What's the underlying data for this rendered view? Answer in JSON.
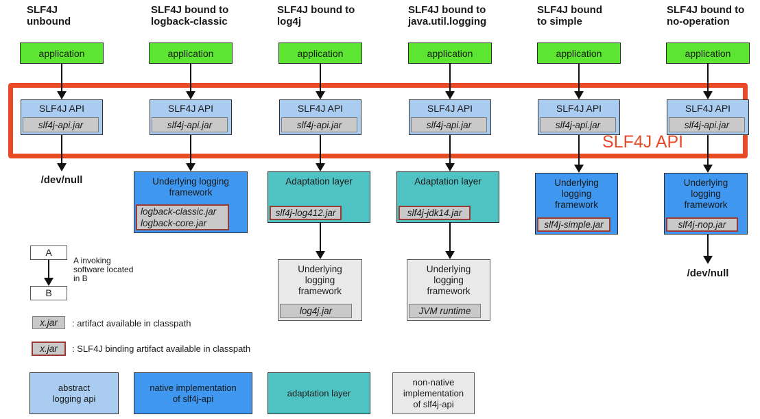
{
  "diagram": {
    "api_region_label": "SLF4J API",
    "columns": [
      {
        "title": [
          "SLF4J",
          "unbound"
        ],
        "app_label": "application",
        "api": {
          "label": "SLF4J API",
          "jar": "slf4j-api.jar"
        },
        "below": [
          {
            "kind": "devnull",
            "label": "/dev/null"
          }
        ]
      },
      {
        "title": [
          "SLF4J bound to",
          "logback-classic"
        ],
        "app_label": "application",
        "api": {
          "label": "SLF4J API",
          "jar": "slf4j-api.jar"
        },
        "below": [
          {
            "kind": "box",
            "style": "native",
            "label": "Underlying logging framework",
            "jars": [
              "logback-classic.jar",
              "logback-core.jar"
            ],
            "binding": true
          }
        ]
      },
      {
        "title": [
          "SLF4J bound to",
          "log4j"
        ],
        "app_label": "application",
        "api": {
          "label": "SLF4J API",
          "jar": "slf4j-api.jar"
        },
        "below": [
          {
            "kind": "box",
            "style": "adaptation",
            "label": "Adaptation layer",
            "jars": [
              "slf4j-log412.jar"
            ],
            "binding": true
          },
          {
            "kind": "box",
            "style": "nonnative",
            "label": "Underlying logging framework",
            "jars": [
              "log4j.jar"
            ],
            "binding": false
          }
        ]
      },
      {
        "title": [
          "SLF4J bound to",
          "java.util.logging"
        ],
        "app_label": "application",
        "api": {
          "label": "SLF4J API",
          "jar": "slf4j-api.jar"
        },
        "below": [
          {
            "kind": "box",
            "style": "adaptation",
            "label": "Adaptation layer",
            "jars": [
              "slf4j-jdk14.jar"
            ],
            "binding": true
          },
          {
            "kind": "box",
            "style": "nonnative",
            "label": "Underlying logging framework",
            "jars": [
              "JVM runtime"
            ],
            "binding": false
          }
        ]
      },
      {
        "title": [
          "SLF4J bound",
          "to simple"
        ],
        "app_label": "application",
        "api": {
          "label": "SLF4J API",
          "jar": "slf4j-api.jar"
        },
        "below": [
          {
            "kind": "box",
            "style": "native",
            "label": "Underlying logging framework",
            "jars": [
              "slf4j-simple.jar"
            ],
            "binding": true
          }
        ]
      },
      {
        "title": [
          "SLF4J bound to",
          "no-operation"
        ],
        "app_label": "application",
        "api": {
          "label": "SLF4J API",
          "jar": "slf4j-api.jar"
        },
        "below": [
          {
            "kind": "box",
            "style": "native",
            "label": "Underlying logging framework",
            "jars": [
              "slf4j-nop.jar"
            ],
            "binding": true
          },
          {
            "kind": "devnull",
            "label": "/dev/null"
          }
        ]
      }
    ]
  },
  "legend": {
    "ab": {
      "a": "A",
      "b": "B",
      "caption": "A invoking\nsoftware located\nin B"
    },
    "jar_plain": {
      "box": "x.jar",
      "caption": ": artifact available in classpath"
    },
    "jar_binding": {
      "box": "x.jar",
      "caption": ": SLF4J binding artifact available in classpath"
    },
    "color_key": [
      {
        "style": "api",
        "label": "abstract\nlogging api"
      },
      {
        "style": "native",
        "label": "native implementation\nof slf4j-api"
      },
      {
        "style": "adaptation",
        "label": "adaptation layer"
      },
      {
        "style": "nonnative",
        "label": "non-native\nimplementation\nof slf4j-api"
      }
    ]
  },
  "colors": {
    "application_green": "#5ce631",
    "abstract_api_blue": "#aaccf0",
    "native_impl_blue": "#3f97f0",
    "adaptation_teal": "#4fc3c3",
    "jar_gray": "#c9c9c9",
    "nonnative_gray": "#e9e9e9",
    "frame_red": "#e84a26",
    "binding_border_red": "#9a3a35"
  }
}
